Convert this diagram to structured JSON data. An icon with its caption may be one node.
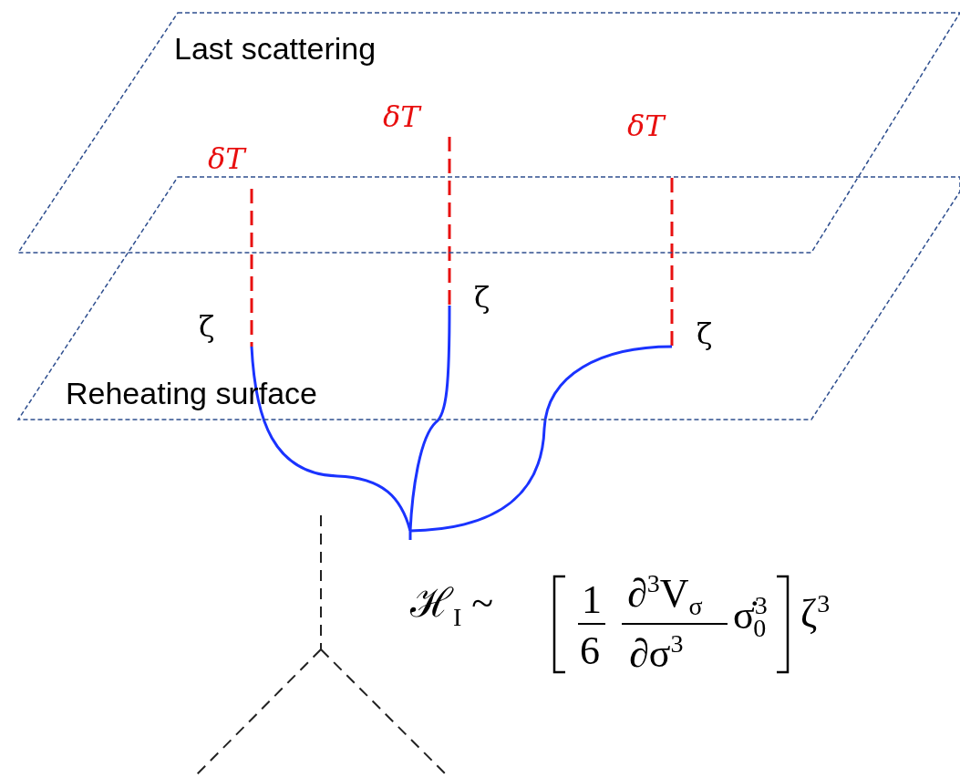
{
  "diagram": {
    "nodes": [
      {
        "text": [
          "Last scattering"
        ]
      },
      {
        "text": [
          "Reheating surface"
        ]
      }
    ],
    "edges": [
      {
        "from": 0,
        "to": 1,
        "arrow": "none",
        "style": "dashed",
        "color": "#e81010"
      },
      {
        "from": 0,
        "to": 1,
        "arrow": "none",
        "style": "dashed",
        "color": "#e81010"
      },
      {
        "from": 0,
        "to": 1,
        "arrow": "none",
        "style": "dashed",
        "color": "#e81010"
      },
      {
        "from": 1,
        "to": null,
        "arrow": "none",
        "color": "#1a33ff"
      },
      {
        "from": 1,
        "to": null,
        "arrow": "none",
        "color": "#1a33ff"
      },
      {
        "from": 1,
        "to": null,
        "arrow": "none",
        "color": "#1a33ff"
      }
    ],
    "labels": [
      "δT",
      "δT",
      "δT",
      "ζ",
      "ζ",
      "ζ",
      "ℋ$_{I}$ ~",
      "1",
      "6",
      "∂$^{3}$V$_{σ}$",
      "∂σ$^{3}$",
      "σ̇$^{3}$$_{0}$",
      "ζ$^{3}$"
    ]
  }
}
